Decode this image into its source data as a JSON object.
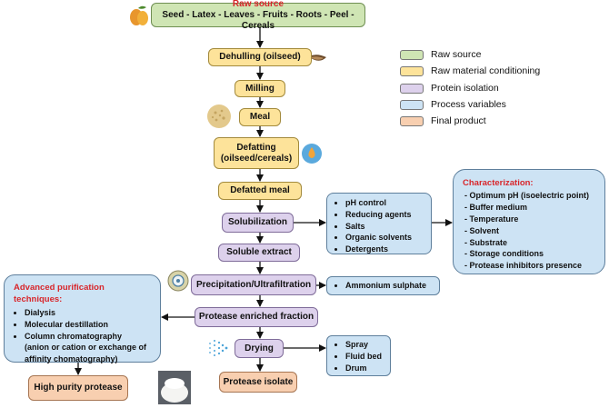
{
  "nodes": {
    "raw_source_title": "Raw source",
    "raw_source_items": "Seed - Latex - Leaves - Fruits - Roots - Peel - Cereals",
    "dehulling": "Dehulling (oilseed)",
    "milling": "Milling",
    "meal": "Meal",
    "defatting": "Defatting (oilseed/cereals)",
    "defatted_meal": "Defatted meal",
    "solubilization": "Solubilization",
    "soluble_extract": "Soluble extract",
    "precipitation": "Precipitation/Ultrafiltration",
    "protease_fraction": "Protease enriched fraction",
    "drying": "Drying",
    "protease_isolate": "Protease isolate",
    "high_purity": "High purity protease"
  },
  "solubilization_variables": [
    "pH control",
    "Reducing agents",
    "Salts",
    "Organic solvents",
    "Detergents"
  ],
  "precipitation_variables": [
    "Ammonium sulphate"
  ],
  "drying_variables": [
    "Spray",
    "Fluid bed",
    "Drum"
  ],
  "characterization": {
    "title": "Characterization:",
    "items": [
      "Optimum pH (isoelectric point)",
      "Buffer medium",
      "Temperature",
      "Solvent",
      "Substrate",
      "Storage conditions",
      "Protease inhibitors presence"
    ]
  },
  "advanced": {
    "title": "Advanced purification techniques:",
    "items": [
      "Dialysis",
      "Molecular destillation",
      "Column  chromatography"
    ],
    "note": "(anion or cation or exchange of affinity chomatography)"
  },
  "legend": [
    {
      "label": "Raw source",
      "color": "#cfe5b4"
    },
    {
      "label": "Raw material conditioning",
      "color": "#fde39a"
    },
    {
      "label": "Protein isolation",
      "color": "#ddd1ec"
    },
    {
      "label": "Process variables",
      "color": "#cde3f4"
    },
    {
      "label": "Final product",
      "color": "#f8cfb0"
    }
  ]
}
